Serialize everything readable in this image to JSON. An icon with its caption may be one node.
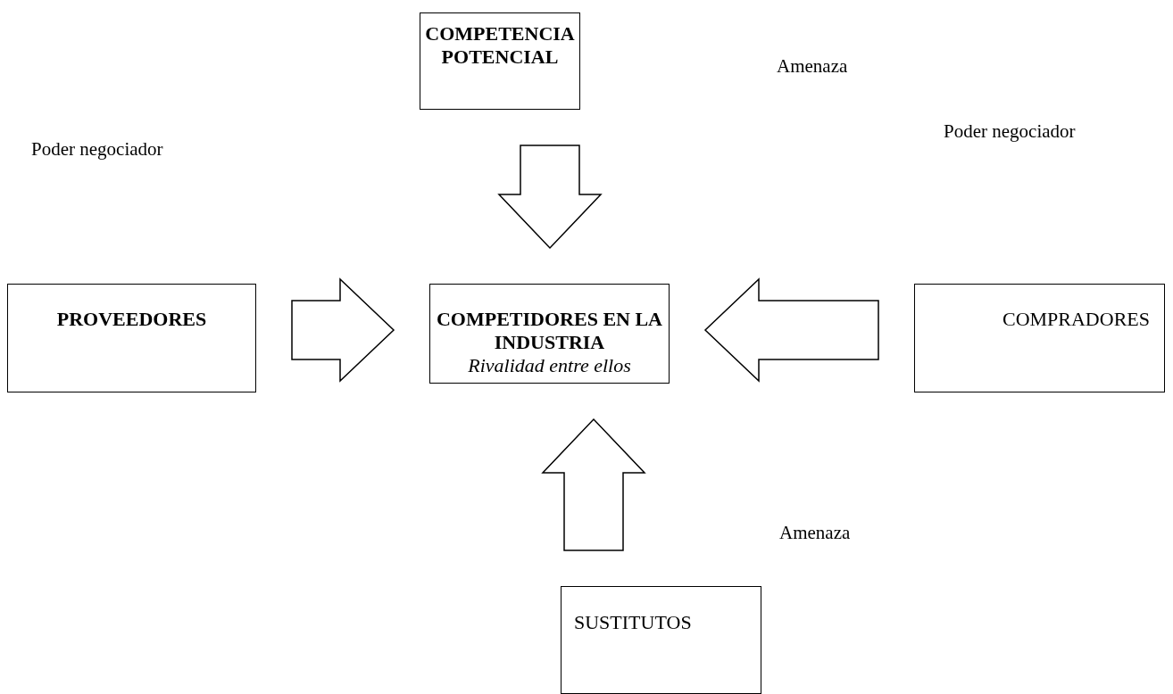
{
  "diagram": {
    "nodes": [
      {
        "text": [
          "COMPETENCIA POTENCIAL"
        ]
      },
      {
        "text": [
          "PROVEEDORES"
        ]
      },
      {
        "text": [
          "COMPETIDORES EN LA INDUSTRIA",
          "Rivalidad entre ellos"
        ]
      },
      {
        "text": [
          "COMPRADORES"
        ]
      },
      {
        "text": [
          "SUSTITUTOS"
        ]
      }
    ],
    "edges": [
      {
        "from": 0,
        "to": 2,
        "arrow": "to"
      },
      {
        "from": 1,
        "to": 2,
        "arrow": "to"
      },
      {
        "from": 3,
        "to": 2,
        "arrow": "to"
      },
      {
        "from": 4,
        "to": 2,
        "arrow": "to"
      }
    ],
    "labels": [
      "Amenaza",
      "Poder negociador",
      "Poder negociador",
      "Amenaza"
    ]
  }
}
